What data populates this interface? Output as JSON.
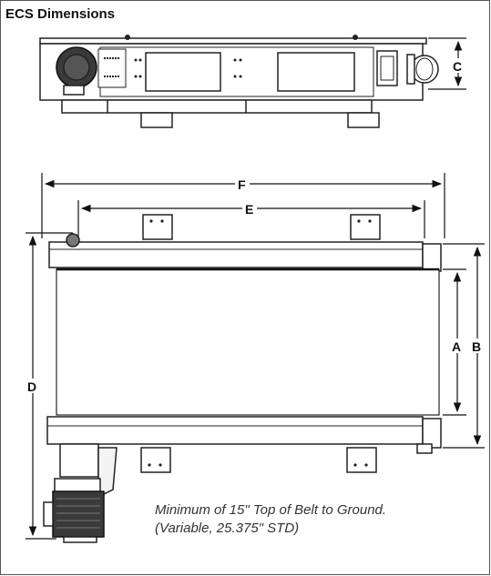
{
  "title": "ECS Dimensions",
  "dimension_labels": {
    "a": "A",
    "b": "B",
    "c": "C",
    "d": "D",
    "e": "E",
    "f": "F"
  },
  "note": {
    "line1": "Minimum of 15\" Top of Belt to Ground.",
    "line2": "(Variable, 25.375\" STD)"
  }
}
